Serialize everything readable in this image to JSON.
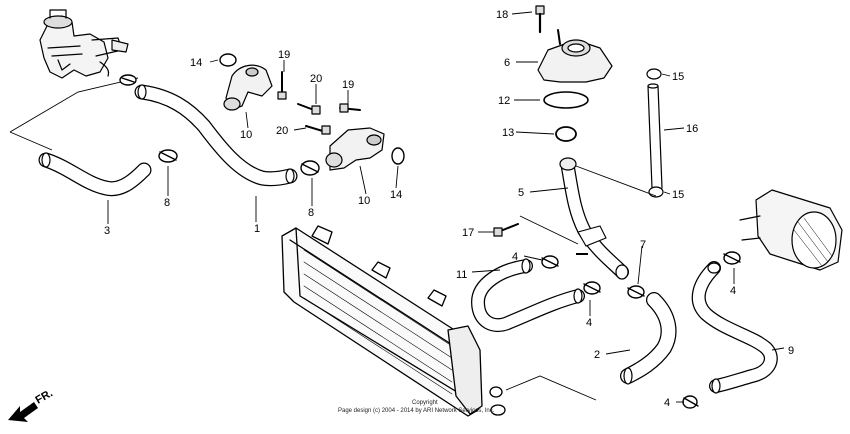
{
  "parts": [
    {
      "id": "p1",
      "label": "1"
    },
    {
      "id": "p2",
      "label": "2"
    },
    {
      "id": "p3",
      "label": "3"
    },
    {
      "id": "p4a",
      "label": "4"
    },
    {
      "id": "p4b",
      "label": "4"
    },
    {
      "id": "p4c",
      "label": "4"
    },
    {
      "id": "p4d",
      "label": "4"
    },
    {
      "id": "p5",
      "label": "5"
    },
    {
      "id": "p6",
      "label": "6"
    },
    {
      "id": "p7",
      "label": "7"
    },
    {
      "id": "p8a",
      "label": "8"
    },
    {
      "id": "p8b",
      "label": "8"
    },
    {
      "id": "p9",
      "label": "9"
    },
    {
      "id": "p10a",
      "label": "10"
    },
    {
      "id": "p10b",
      "label": "10"
    },
    {
      "id": "p11",
      "label": "11"
    },
    {
      "id": "p12",
      "label": "12"
    },
    {
      "id": "p13",
      "label": "13"
    },
    {
      "id": "p14a",
      "label": "14"
    },
    {
      "id": "p14b",
      "label": "14"
    },
    {
      "id": "p15a",
      "label": "15"
    },
    {
      "id": "p15b",
      "label": "15"
    },
    {
      "id": "p16",
      "label": "16"
    },
    {
      "id": "p17",
      "label": "17"
    },
    {
      "id": "p18",
      "label": "18"
    },
    {
      "id": "p19a",
      "label": "19"
    },
    {
      "id": "p19b",
      "label": "19"
    },
    {
      "id": "p20a",
      "label": "20"
    },
    {
      "id": "p20b",
      "label": "20"
    }
  ],
  "direction": "FR.",
  "copyright": {
    "line1": "Copyright",
    "line2": "Page design (c) 2004 - 2014 by ARI Network Services, Inc."
  }
}
